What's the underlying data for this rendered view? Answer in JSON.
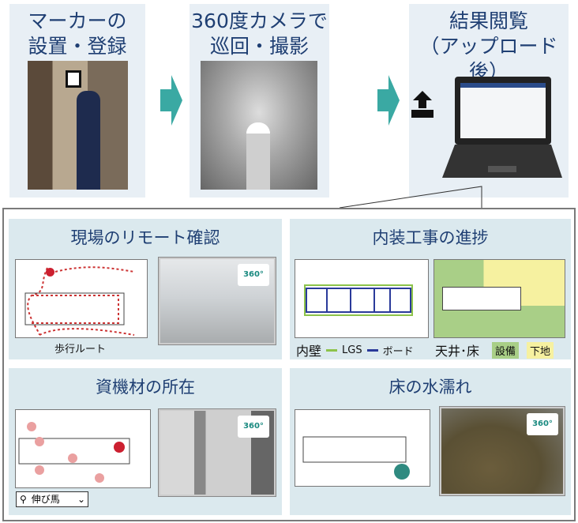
{
  "steps": [
    {
      "title": "マーカーの\n設置・登録"
    },
    {
      "title": "360度カメラで\n巡回・撮影"
    },
    {
      "title": "結果閲覧\n（アップロード後）"
    }
  ],
  "panels": [
    {
      "title": "現場のリモート確認",
      "route_label": "歩行ルート",
      "badge": "360°"
    },
    {
      "title": "内装工事の進捗",
      "legend_wall": "内壁",
      "legend_lgs": "LGS",
      "legend_board": "ボード",
      "legend_ceiling": "天井･床",
      "legend_equip": "設備",
      "legend_base": "下地"
    },
    {
      "title": "資機材の所在",
      "search_value": "伸び馬",
      "badge": "360°"
    },
    {
      "title": "床の水濡れ",
      "badge": "360°"
    }
  ],
  "colors": {
    "step_bg": "#e8eff5",
    "panel_bg": "#dbe9ee",
    "title": "#1f3f73",
    "arrow": "#3aa9a3",
    "red": "#cc2030",
    "teal": "#2f8a80",
    "lgs": "#8dc34a",
    "board": "#2a3a9a"
  }
}
